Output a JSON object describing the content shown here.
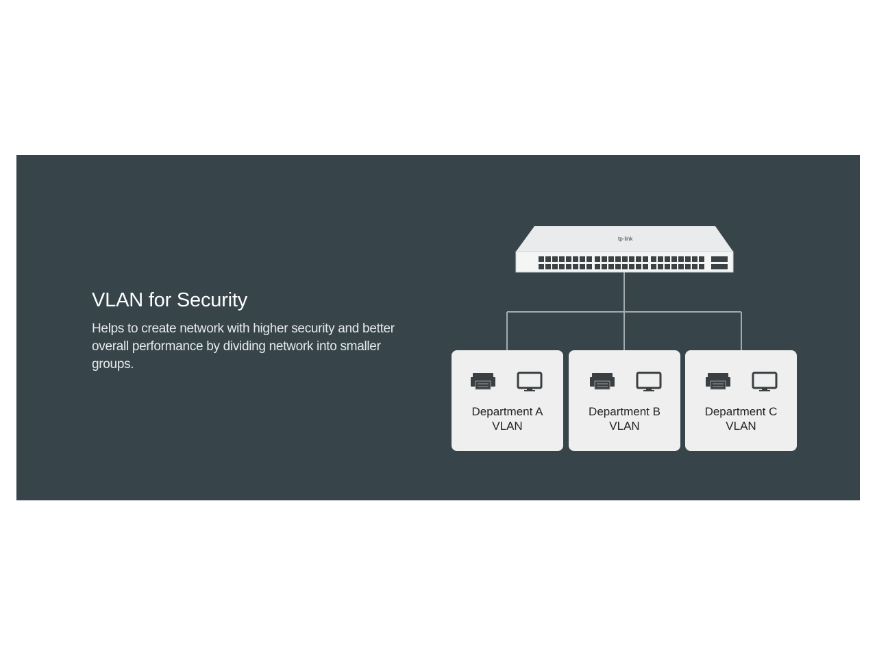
{
  "feature": {
    "title": "VLAN for Security",
    "description": "Helps to create network with higher security and better overall performance by dividing network into smaller groups."
  },
  "switch": {
    "brand_logo": "tp-link"
  },
  "departments": [
    {
      "line1": "Department A",
      "line2": "VLAN",
      "icons": [
        "printer-icon",
        "monitor-icon"
      ]
    },
    {
      "line1": "Department B",
      "line2": "VLAN",
      "icons": [
        "printer-icon",
        "monitor-icon"
      ]
    },
    {
      "line1": "Department C",
      "line2": "VLAN",
      "icons": [
        "printer-icon",
        "monitor-icon"
      ]
    }
  ],
  "colors": {
    "panel": "#37454b",
    "card": "#efefef",
    "connector": "#a3abae",
    "icon": "#3a3f42"
  }
}
